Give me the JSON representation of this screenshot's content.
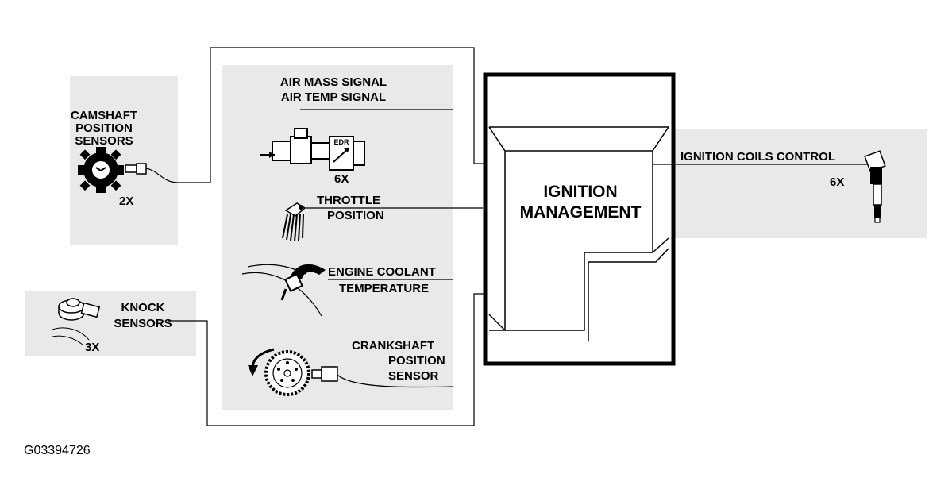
{
  "sensors": {
    "camshaft": {
      "lines": [
        "CAMSHAFT",
        "POSITION",
        "SENSORS"
      ],
      "count": "2X"
    },
    "air_mass": {
      "lines": [
        "AIR MASS SIGNAL",
        "AIR TEMP SIGNAL"
      ],
      "edr": "EDR",
      "count": "6X"
    },
    "throttle": {
      "lines": [
        "THROTTLE",
        "POSITION"
      ]
    },
    "coolant": {
      "lines": [
        "ENGINE COOLANT",
        "TEMPERATURE"
      ]
    },
    "crankshaft": {
      "lines": [
        "CRANKSHAFT",
        "POSITION",
        "SENSOR"
      ]
    },
    "knock": {
      "lines": [
        "KNOCK",
        "SENSORS"
      ],
      "count": "3X"
    }
  },
  "module": {
    "lines": [
      "IGNITION",
      "MANAGEMENT"
    ]
  },
  "output": {
    "label": "IGNITION COILS CONTROL",
    "count": "6X"
  },
  "figure_id": "G03394726",
  "colors": {
    "panel": "#e9e9e9",
    "line": "#000000",
    "background": "#ffffff"
  },
  "icons": [
    "camshaft-sensor-icon",
    "air-mass-meter-icon",
    "throttle-sensor-icon",
    "coolant-sensor-icon",
    "crankshaft-sensor-icon",
    "knock-sensor-icon",
    "ignition-coil-icon"
  ]
}
